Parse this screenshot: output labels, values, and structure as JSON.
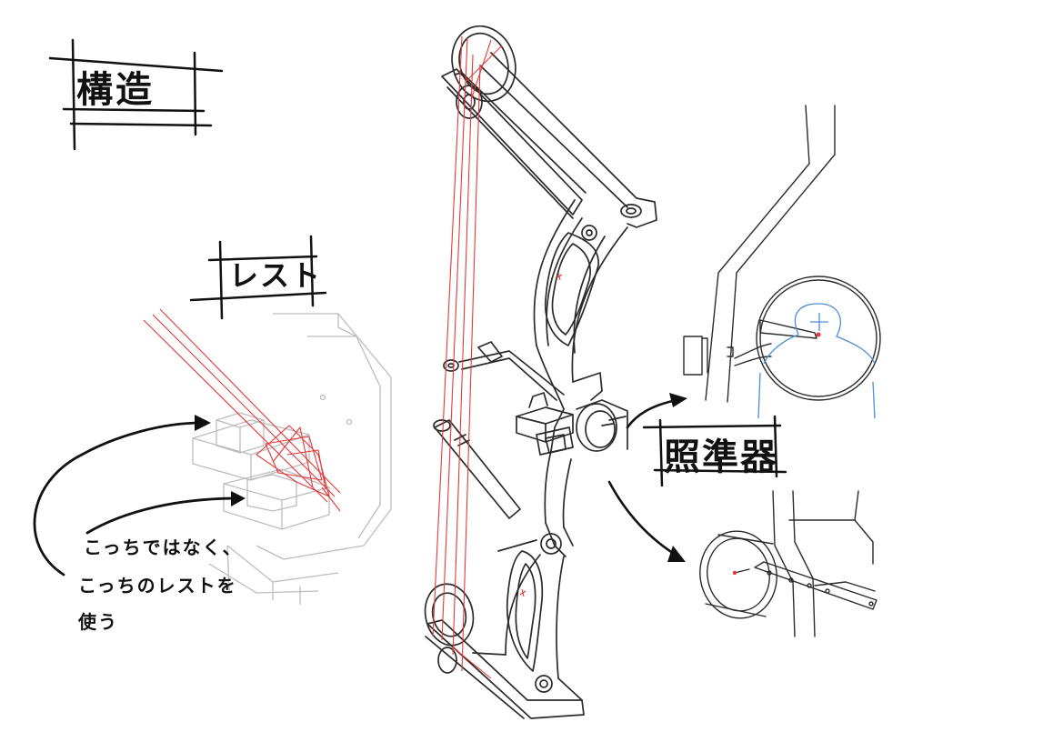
{
  "labels": {
    "title": "構造",
    "rest": "レスト",
    "sight": "照準器"
  },
  "note": {
    "line1": "こっちではなく、",
    "line2": "こっちのレストを",
    "line3": "使う"
  },
  "colors": {
    "ink": "#111111",
    "sketch": "#b8b8b8",
    "string": "#e23a3a",
    "body_outline": "#4a8fd8"
  }
}
